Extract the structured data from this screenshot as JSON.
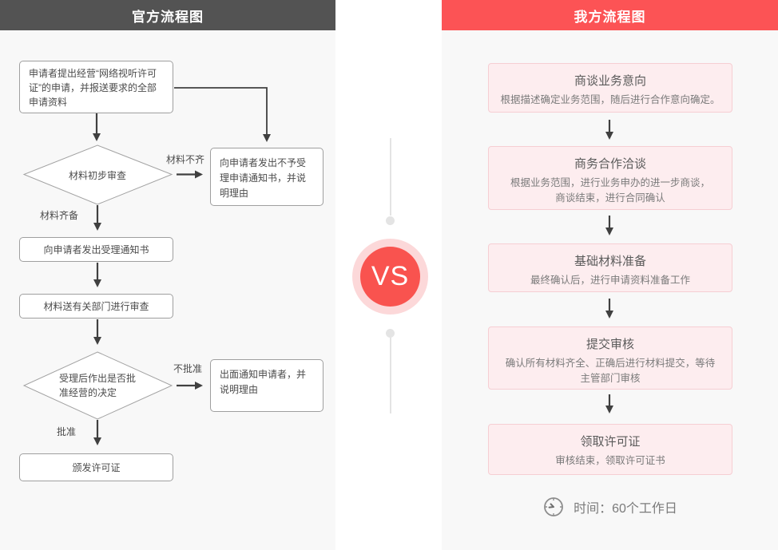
{
  "left_panel": {
    "title": "官方流程图",
    "header_color": "#535353",
    "nodes": {
      "start": "申请者提出经营“网络视听许可证”的申请，并报送要求的全部申请资料",
      "decision_initial": "材料初步审查",
      "edge_incomplete": "材料不齐",
      "reject_notice": "向申请者发出不予受理申请通知书，并说明理由",
      "edge_complete": "材料齐备",
      "accept_notice": "向申请者发出受理通知书",
      "dept_review": "材料送有关部门进行审查",
      "decision_approval": "受理后作出是否批准经营的决定",
      "edge_rejected": "不批准",
      "reject_inform": "出面通知申请者，并说明理由",
      "edge_approved": "批准",
      "issue_license": "颁发许可证"
    }
  },
  "versus": {
    "label": "VS",
    "badge_color": "#f9534f",
    "ring_color": "#fcd8d9"
  },
  "right_panel": {
    "title": "我方流程图",
    "header_color": "#fc5355",
    "box_fill": "#fdedef",
    "box_border": "#f6ced3",
    "steps": [
      {
        "title": "商谈业务意向",
        "desc": "根据描述确定业务范围，随后进行合作意向确定。"
      },
      {
        "title": "商务合作洽谈",
        "desc": "根据业务范围，进行业务申办的进一步商谈，\n商谈结束，进行合同确认"
      },
      {
        "title": "基础材料准备",
        "desc": "最终确认后，进行申请资料准备工作"
      },
      {
        "title": "提交审核",
        "desc": "确认所有材料齐全、正确后进行材料提交，等待\n主管部门审核"
      },
      {
        "title": "领取许可证",
        "desc": "审核结束，领取许可证书"
      }
    ],
    "time_icon": "clock-icon",
    "time_note": "时间：60个工作日"
  }
}
